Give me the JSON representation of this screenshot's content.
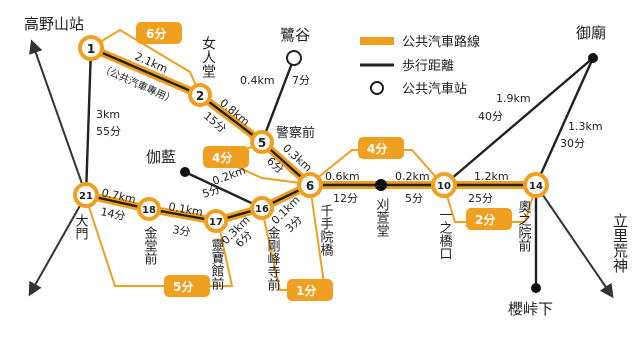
{
  "colors": {
    "bus": "#F0A020",
    "walk": "#222222",
    "bg": "#ffffff"
  },
  "legend": {
    "bus_route": "公共汽車路線",
    "walking": "歩行距離",
    "bus_stop": "公共汽車站"
  },
  "places": {
    "koyasan": "高野山站",
    "sagitani": "鷺谷",
    "gobyo": "御廟",
    "garan": "伽藍",
    "tachiri": "立里荒神",
    "sakuratoge": "櫻峠下"
  },
  "stops": [
    {
      "num": "1",
      "name": ""
    },
    {
      "num": "2",
      "name": "女人堂"
    },
    {
      "num": "5",
      "name": "警察前"
    },
    {
      "num": "6",
      "name": "千手院橋"
    },
    {
      "num": "10",
      "name": "一之橋口"
    },
    {
      "num": "14",
      "name": "奧之院前"
    },
    {
      "num": "16",
      "name": "金剛峰寺前"
    },
    {
      "num": "17",
      "name": "靈寶館前"
    },
    {
      "num": "18",
      "name": "金堂前"
    },
    {
      "num": "21",
      "name": "大門"
    }
  ],
  "extra_labels": {
    "karido": "刈萱堂",
    "bus_only": "（公共汽車專用）"
  },
  "segments": {
    "s1_2": "2.1km",
    "s2_5": "0.8km",
    "s2_5_time": "15分",
    "sagi_dist": "0.4km",
    "sagi_time": "7分",
    "s5_6": "0.3km",
    "s5_6_time": "6分",
    "garan_dist": "0.2km",
    "garan_time": "5分",
    "s6_karido": "0.6km",
    "s6_karido_time": "12分",
    "karido_10": "0.2km",
    "karido_10_time": "5分",
    "s10_14": "1.2km",
    "s10_14_time": "25分",
    "gobyo_dist": "1.9km",
    "gobyo_time": "40分",
    "s14_gobyo": "1.3km",
    "s14_gobyo_time": "30分",
    "s21_1": "3km",
    "s21_1_time": "55分",
    "s21_18": "0.7km",
    "s21_18_time": "14分",
    "s18_17": "0.1km",
    "s18_17_time": "3分",
    "s17_16": "0.3km",
    "s17_16_time": "6分",
    "s16_6": "0.1km",
    "s16_6_time": "3分"
  },
  "bus_badges": [
    "6分",
    "4分",
    "4分",
    "2分",
    "5分",
    "1分"
  ]
}
